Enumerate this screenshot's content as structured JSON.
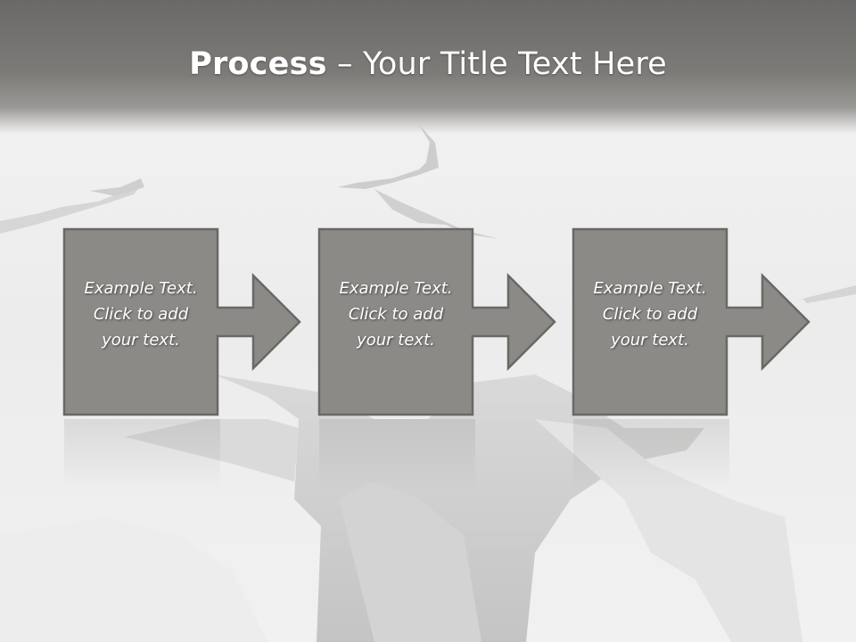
{
  "title": {
    "bold": "Process",
    "rest": " – Your Title Text Here"
  },
  "steps": [
    {
      "line1": "Example Text.",
      "line2": "Click  to add",
      "line3": "your text."
    },
    {
      "line1": "Example Text.",
      "line2": "Click  to add",
      "line3": "your text."
    },
    {
      "line1": "Example Text.",
      "line2": "Click  to add",
      "line3": "your text."
    }
  ],
  "colors": {
    "box_fill": "#8c8a86",
    "box_border": "#6a6865",
    "title_bar": "#6d6b68",
    "background": "#f3f3f3"
  }
}
